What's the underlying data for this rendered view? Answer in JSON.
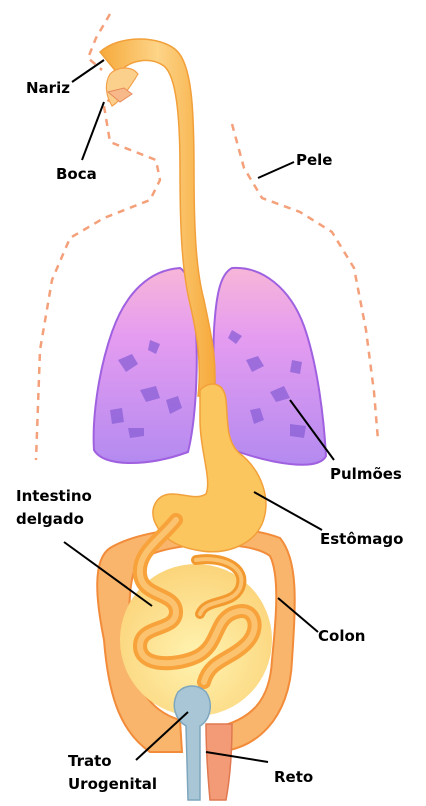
{
  "labels": {
    "nariz": "Nariz",
    "boca": "Boca",
    "pele": "Pele",
    "pulmoes": "Pulmões",
    "intestino_l1": "Intestino",
    "intestino_l2": "delgado",
    "estomago": "Estômago",
    "colon": "Colon",
    "trato_l1": "Trato",
    "trato_l2": "Urogenital",
    "reto": "Reto"
  },
  "colors": {
    "skin_outline": "#f4a07a",
    "airway": "#f9b54a",
    "lung_top": "#f59ac8",
    "lung_bottom": "#b58ef0",
    "lung_edge": "#a061e0",
    "stomach": "#fcc65e",
    "intestine": "#f7a23a",
    "colon": "#f8b56b",
    "urogenital": "#a9c6d6",
    "rectum": "#f39b77"
  }
}
